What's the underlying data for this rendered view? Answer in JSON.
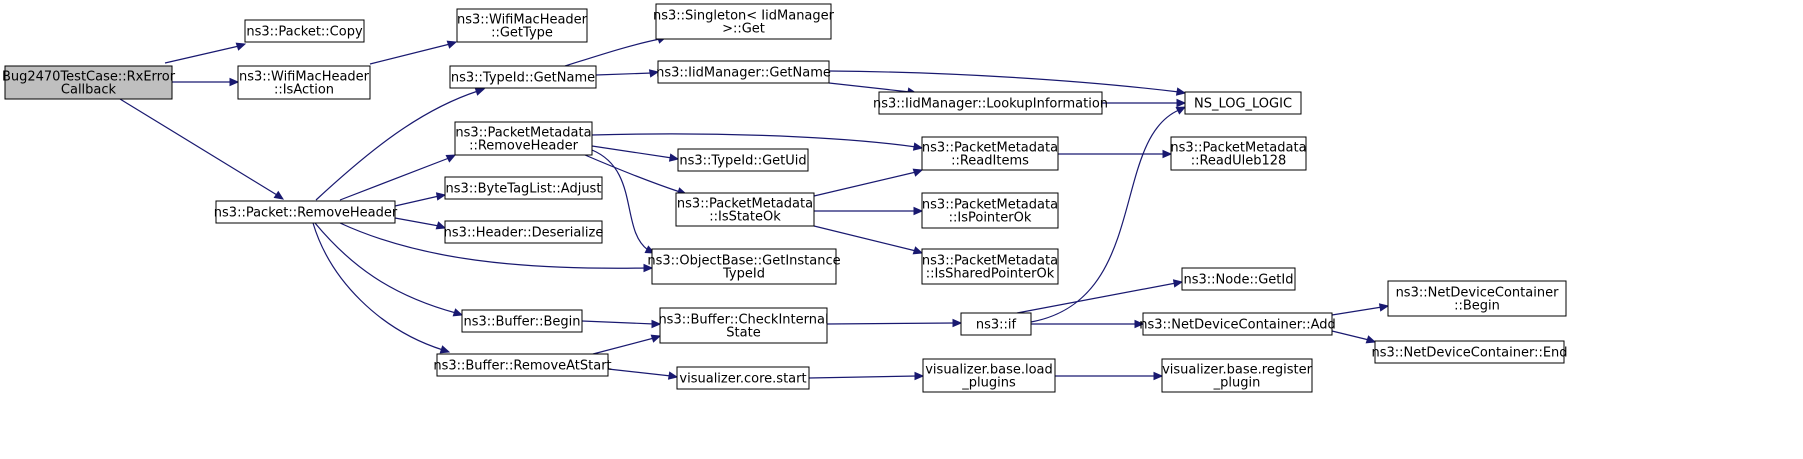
{
  "graph": {
    "title": "",
    "colors": {
      "edge": "#191970",
      "node_border": "#000000",
      "root_fill": "#bfbfbf",
      "node_fill": "#ffffff"
    },
    "nodes": [
      {
        "id": "n0",
        "lines": [
          "Bug2470TestCase::RxError",
          "Callback"
        ],
        "root": true
      },
      {
        "id": "n1",
        "lines": [
          "ns3::Packet::Copy"
        ]
      },
      {
        "id": "n2",
        "lines": [
          "ns3::WifiMacHeader",
          "::IsAction"
        ]
      },
      {
        "id": "n3",
        "lines": [
          "ns3::Packet::RemoveHeader"
        ]
      },
      {
        "id": "n4",
        "lines": [
          "ns3::WifiMacHeader",
          "::GetType"
        ]
      },
      {
        "id": "n5",
        "lines": [
          "ns3::TypeId::GetName"
        ]
      },
      {
        "id": "n6",
        "lines": [
          "ns3::PacketMetadata",
          "::RemoveHeader"
        ]
      },
      {
        "id": "n7",
        "lines": [
          "ns3::ByteTagList::Adjust"
        ]
      },
      {
        "id": "n8",
        "lines": [
          "ns3::Header::Deserialize"
        ]
      },
      {
        "id": "n9",
        "lines": [
          "ns3::Buffer::Begin"
        ]
      },
      {
        "id": "n10",
        "lines": [
          "ns3::Buffer::RemoveAtStart"
        ]
      },
      {
        "id": "n11",
        "lines": [
          "ns3::Singleton< IidManager",
          ">::Get"
        ]
      },
      {
        "id": "n12",
        "lines": [
          "ns3::IidManager::GetName"
        ]
      },
      {
        "id": "n13",
        "lines": [
          "ns3::TypeId::GetUid"
        ]
      },
      {
        "id": "n14",
        "lines": [
          "ns3::PacketMetadata",
          "::IsStateOk"
        ]
      },
      {
        "id": "n15",
        "lines": [
          "ns3::ObjectBase::GetInstance",
          "TypeId"
        ]
      },
      {
        "id": "n16",
        "lines": [
          "ns3::Buffer::CheckInternal",
          "State"
        ]
      },
      {
        "id": "n17",
        "lines": [
          "visualizer.core.start"
        ]
      },
      {
        "id": "n18",
        "lines": [
          "ns3::IidManager::LookupInformation"
        ]
      },
      {
        "id": "n19",
        "lines": [
          "ns3::PacketMetadata",
          "::ReadItems"
        ]
      },
      {
        "id": "n20",
        "lines": [
          "ns3::PacketMetadata",
          "::IsPointerOk"
        ]
      },
      {
        "id": "n21",
        "lines": [
          "ns3::PacketMetadata",
          "::IsSharedPointerOk"
        ]
      },
      {
        "id": "n22",
        "lines": [
          "ns3::if"
        ]
      },
      {
        "id": "n23",
        "lines": [
          "visualizer.base.load",
          "_plugins"
        ]
      },
      {
        "id": "n24",
        "lines": [
          "NS_LOG_LOGIC"
        ]
      },
      {
        "id": "n25",
        "lines": [
          "ns3::PacketMetadata",
          "::ReadUleb128"
        ]
      },
      {
        "id": "n26",
        "lines": [
          "ns3::Node::GetId"
        ]
      },
      {
        "id": "n27",
        "lines": [
          "ns3::NetDeviceContainer::Add"
        ]
      },
      {
        "id": "n28",
        "lines": [
          "visualizer.base.register",
          "_plugin"
        ]
      },
      {
        "id": "n29",
        "lines": [
          "ns3::NetDeviceContainer",
          "::Begin"
        ]
      },
      {
        "id": "n30",
        "lines": [
          "ns3::NetDeviceContainer::End"
        ]
      }
    ],
    "edges": [
      [
        "n0",
        "n1"
      ],
      [
        "n0",
        "n2"
      ],
      [
        "n0",
        "n3"
      ],
      [
        "n2",
        "n4"
      ],
      [
        "n3",
        "n5"
      ],
      [
        "n3",
        "n6"
      ],
      [
        "n3",
        "n7"
      ],
      [
        "n3",
        "n8"
      ],
      [
        "n3",
        "n15"
      ],
      [
        "n3",
        "n9"
      ],
      [
        "n3",
        "n10"
      ],
      [
        "n5",
        "n11"
      ],
      [
        "n5",
        "n12"
      ],
      [
        "n12",
        "n24"
      ],
      [
        "n12",
        "n18"
      ],
      [
        "n18",
        "n24"
      ],
      [
        "n6",
        "n19"
      ],
      [
        "n6",
        "n13"
      ],
      [
        "n6",
        "n14"
      ],
      [
        "n6",
        "n15"
      ],
      [
        "n14",
        "n19"
      ],
      [
        "n14",
        "n20"
      ],
      [
        "n14",
        "n21"
      ],
      [
        "n19",
        "n25"
      ],
      [
        "n9",
        "n16"
      ],
      [
        "n10",
        "n16"
      ],
      [
        "n10",
        "n17"
      ],
      [
        "n16",
        "n22"
      ],
      [
        "n22",
        "n26"
      ],
      [
        "n22",
        "n24"
      ],
      [
        "n22",
        "n27"
      ],
      [
        "n27",
        "n29"
      ],
      [
        "n27",
        "n30"
      ],
      [
        "n17",
        "n23"
      ],
      [
        "n23",
        "n28"
      ]
    ]
  }
}
